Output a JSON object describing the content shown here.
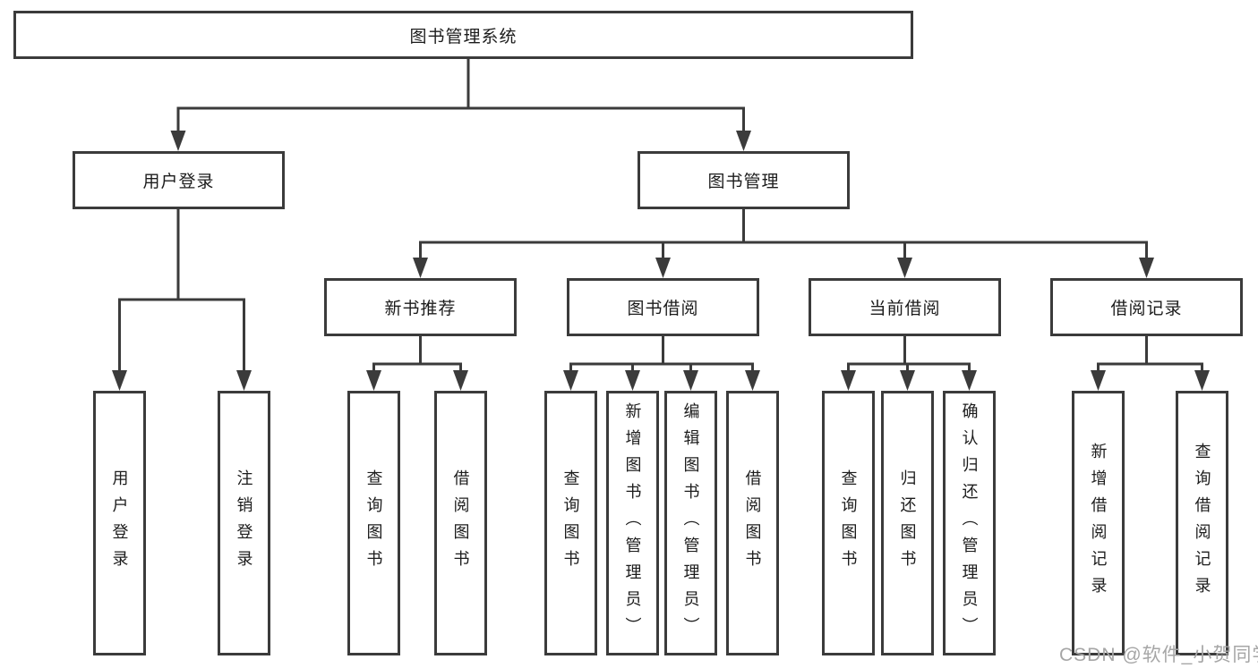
{
  "diagram": {
    "root": {
      "label": "图书管理系统"
    },
    "user_login": {
      "label": "用户登录",
      "children": {
        "login": "用户登录",
        "logout": "注销登录"
      }
    },
    "book_management": {
      "label": "图书管理",
      "groups": {
        "new_book_recommend": {
          "label": "新书推荐",
          "children": {
            "query_books": "查询图书",
            "borrow_books": "借阅图书"
          }
        },
        "book_borrowing": {
          "label": "图书借阅",
          "children": {
            "query_books": "查询图书",
            "add_books_admin": "新增图书（管理员）",
            "edit_books_admin": "编辑图书（管理员）",
            "borrow_books": "借阅图书"
          }
        },
        "current_borrowing": {
          "label": "当前借阅",
          "children": {
            "query_books": "查询图书",
            "return_books": "归还图书",
            "confirm_return_admin": "确认归还（管理员）"
          }
        },
        "borrow_records": {
          "label": "借阅记录",
          "children": {
            "add_record": "新增借阅记录",
            "query_record": "查询借阅记录"
          }
        }
      }
    }
  },
  "watermark": "CSDN @软件_小贺同学",
  "colors": {
    "line": "#3b3b3b",
    "text": "#1c1c1c",
    "watermark": "#a6a6a6",
    "background": "#ffffff"
  }
}
